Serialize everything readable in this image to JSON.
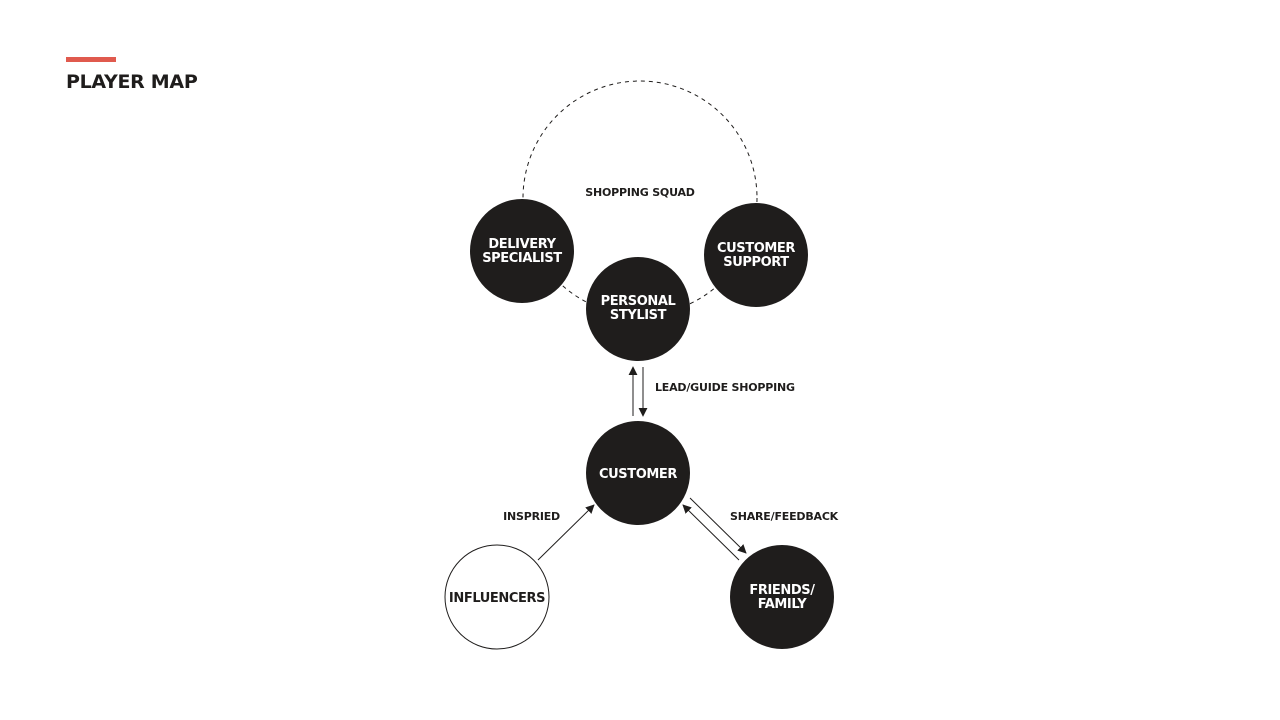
{
  "page": {
    "title": "PLAYER MAP"
  },
  "colors": {
    "accent": "#e05a4e",
    "node_fill": "#1f1d1c",
    "node_text": "#ffffff",
    "outline_node_fill": "#ffffff",
    "outline_node_text": "#1f1d1c",
    "line": "#1f1d1c",
    "label_text": "#1f1d1c"
  },
  "diagram": {
    "group": {
      "label": "SHOPPING SQUAD"
    },
    "nodes": {
      "delivery": {
        "lines": [
          "DELIVERY",
          "SPECIALIST"
        ]
      },
      "stylist": {
        "lines": [
          "PERSONAL",
          "STYLIST"
        ]
      },
      "support": {
        "lines": [
          "CUSTOMER",
          "SUPPORT"
        ]
      },
      "customer": {
        "lines": [
          "CUSTOMER"
        ]
      },
      "influencers": {
        "lines": [
          "INFLUENCERS"
        ]
      },
      "friends": {
        "lines": [
          "FRIENDS/",
          "FAMILY"
        ]
      }
    },
    "edges": {
      "stylist_customer": {
        "label": "LEAD/GUIDE SHOPPING",
        "direction": "bidirectional"
      },
      "influencers_customer": {
        "label": "INSPRIED",
        "direction": "to-customer"
      },
      "customer_friends": {
        "label": "SHARE/FEEDBACK",
        "direction": "bidirectional"
      }
    }
  }
}
